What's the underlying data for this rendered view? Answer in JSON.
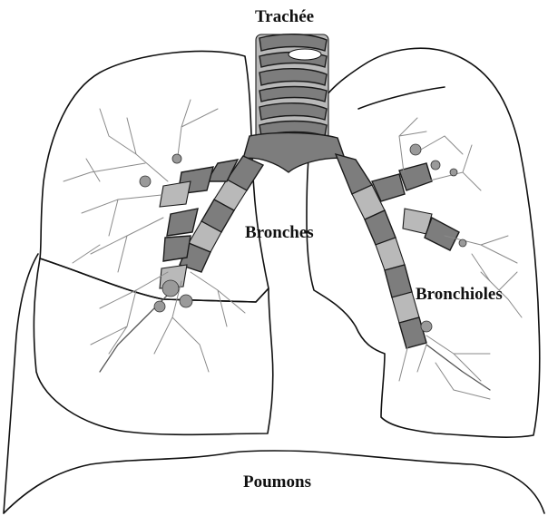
{
  "labels": {
    "trachea": "Trachée",
    "bronchi": "Bronches",
    "bronchioles": "Bronchioles",
    "lungs": "Poumons"
  }
}
